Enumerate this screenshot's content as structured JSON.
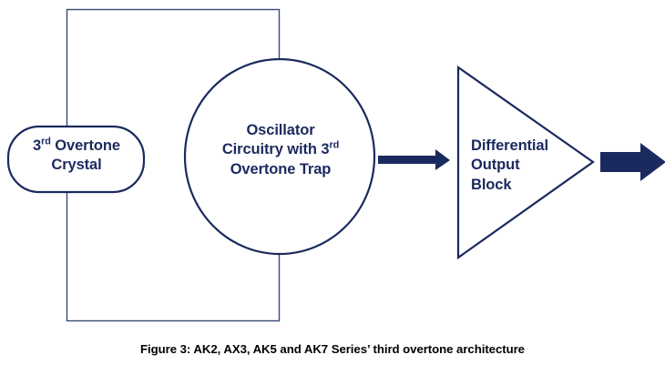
{
  "figure": {
    "caption": "Figure 3: AK2, AX3, AK5 and AK7 Series’ third overtone architecture",
    "colors": {
      "outline_navy": "#1b2a5e",
      "arrow_navy": "#1b2a5e",
      "feedback_line": "#3a4a78",
      "caption_black": "#000000",
      "background": "#ffffff"
    }
  },
  "blocks": {
    "crystal": {
      "name": "3rd Overtone Crystal",
      "line1_prefix": "3",
      "line1_sup": "rd",
      "line1_suffix": " Overtone",
      "line2": "Crystal",
      "shape": "rounded-rectangle"
    },
    "oscillator": {
      "name": "Oscillator Circuitry with 3rd Overtone Trap",
      "line1": "Oscillator",
      "line2_prefix": "Circuitry with 3",
      "line2_sup": "rd",
      "line3": "Overtone Trap",
      "shape": "ellipse"
    },
    "output": {
      "name": "Differential Output Block",
      "line1": "Differential",
      "line2": "Output",
      "line3": "Block",
      "shape": "triangle"
    }
  },
  "connectors": {
    "feedback_loop": "feedback-path-crystal-to-oscillator",
    "arrow_osc_to_output": "oscillator-to-output-arrow",
    "arrow_output_out": "output-signal-arrow"
  }
}
